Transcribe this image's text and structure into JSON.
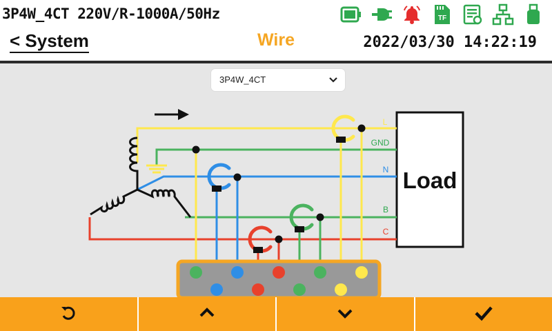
{
  "header": {
    "status_text": "3P4W_4CT 220V/R-1000A/50Hz",
    "back_label": "< System",
    "title": "Wire",
    "datetime": "2022/03/30 14:22:19",
    "icons": [
      "battery-icon",
      "power-plug-icon",
      "alarm-bell-icon",
      "tf-card-icon",
      "report-icon",
      "network-icon",
      "usb-drive-icon"
    ],
    "tf_label": "TF"
  },
  "wiring": {
    "select_value": "3P4W_4CT",
    "line_labels": {
      "l": "L",
      "gnd": "GND",
      "n": "N",
      "b": "B",
      "c": "C"
    },
    "load_label": "Load"
  },
  "footer": {
    "buttons": [
      "undo-icon",
      "chevron-up-icon",
      "chevron-down-icon",
      "checkmark-icon"
    ]
  },
  "colors": {
    "accent": "#f9a11b",
    "title": "#f5a623",
    "green": "#2fa84f",
    "yellow": "#ffe84d",
    "blue": "#2f8ee6",
    "red": "#e8412c",
    "red_alarm": "#e52d2d"
  }
}
